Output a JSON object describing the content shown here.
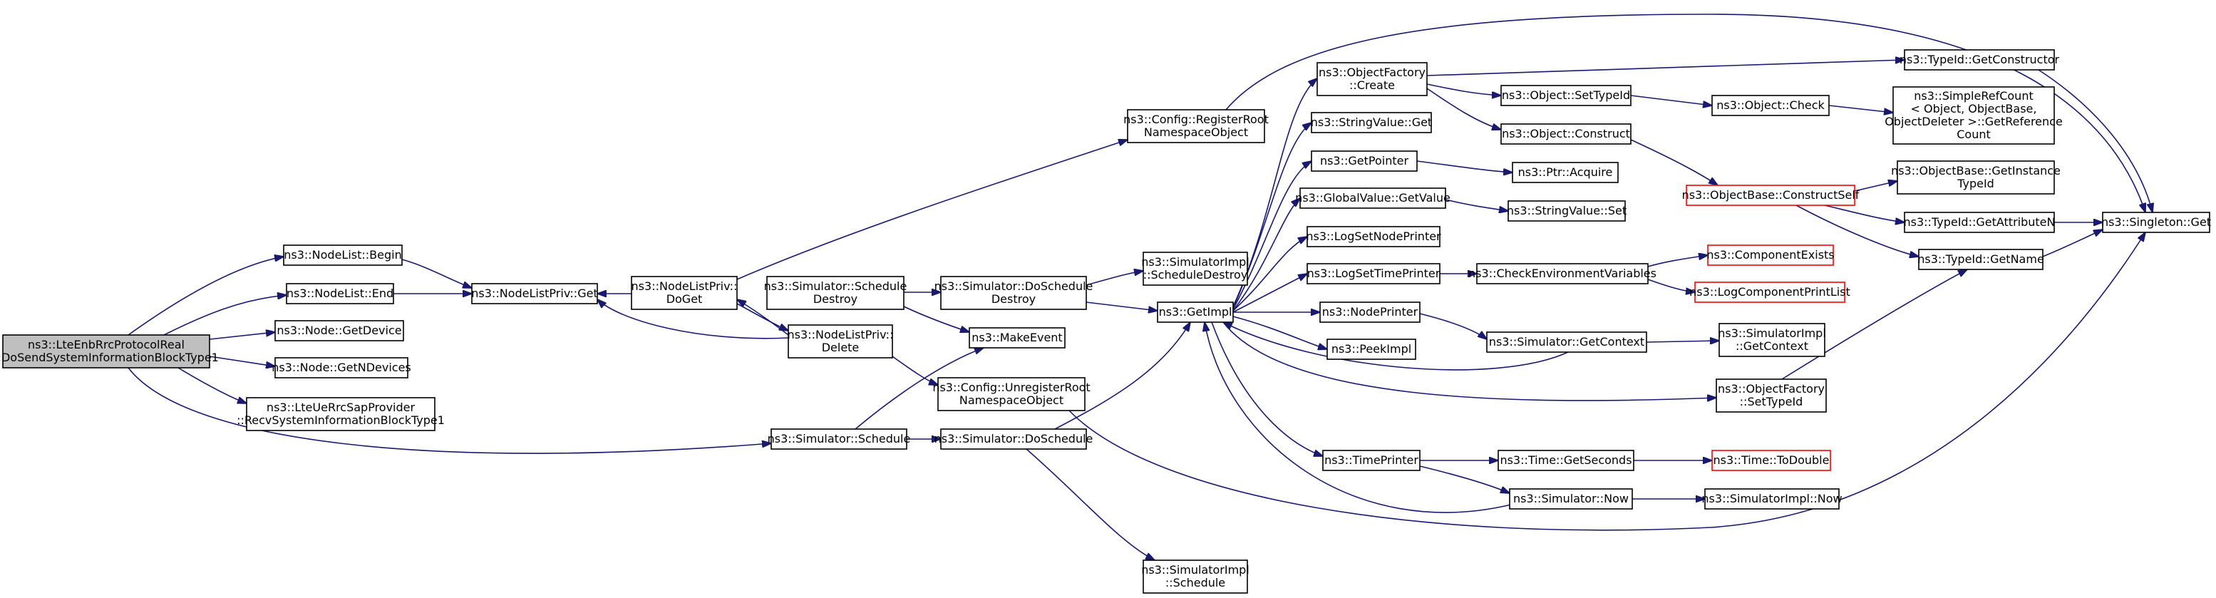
{
  "nodes": [
    {
      "id": "root",
      "lines": [
        "ns3::LteEnbRrcProtocolReal",
        "::DoSendSystemInformationBlockType1"
      ],
      "style": "root"
    },
    {
      "id": "nl_begin",
      "lines": [
        "ns3::NodeList::Begin"
      ]
    },
    {
      "id": "nl_end",
      "lines": [
        "ns3::NodeList::End"
      ]
    },
    {
      "id": "node_getdevice",
      "lines": [
        "ns3::Node::GetDevice"
      ]
    },
    {
      "id": "node_getndevices",
      "lines": [
        "ns3::Node::GetNDevices"
      ]
    },
    {
      "id": "lteue",
      "lines": [
        "ns3::LteUeRrcSapProvider",
        "::RecvSystemInformationBlockType1"
      ]
    },
    {
      "id": "nlp_get",
      "lines": [
        "ns3::NodeListPriv::Get"
      ]
    },
    {
      "id": "nlp_doget",
      "lines": [
        "ns3::NodeListPriv::",
        "DoGet"
      ]
    },
    {
      "id": "nlp_delete",
      "lines": [
        "ns3::NodeListPriv::",
        "Delete"
      ]
    },
    {
      "id": "sim_schedule",
      "lines": [
        "ns3::Simulator::Schedule"
      ]
    },
    {
      "id": "sim_schedule_destroy",
      "lines": [
        "ns3::Simulator::Schedule",
        "Destroy"
      ]
    },
    {
      "id": "sim_doschedule_destroy",
      "lines": [
        "ns3::Simulator::DoSchedule",
        "Destroy"
      ]
    },
    {
      "id": "sim_doschedule",
      "lines": [
        "ns3::Simulator::DoSchedule"
      ]
    },
    {
      "id": "make_event",
      "lines": [
        "ns3::MakeEvent"
      ]
    },
    {
      "id": "cfg_register",
      "lines": [
        "ns3::Config::RegisterRoot",
        "NamespaceObject"
      ]
    },
    {
      "id": "cfg_unregister",
      "lines": [
        "ns3::Config::UnregisterRoot",
        "NamespaceObject"
      ]
    },
    {
      "id": "simimpl_scheddestroy",
      "lines": [
        "ns3::SimulatorImpl",
        "::ScheduleDestroy"
      ]
    },
    {
      "id": "simimpl_schedule",
      "lines": [
        "ns3::SimulatorImpl",
        "::Schedule"
      ]
    },
    {
      "id": "getimpl",
      "lines": [
        "ns3::GetImpl"
      ]
    },
    {
      "id": "of_create",
      "lines": [
        "ns3::ObjectFactory",
        "::Create"
      ]
    },
    {
      "id": "stringvalue_get",
      "lines": [
        "ns3::StringValue::Get"
      ]
    },
    {
      "id": "getpointer",
      "lines": [
        "ns3::GetPointer"
      ]
    },
    {
      "id": "globalvalue_getvalue",
      "lines": [
        "ns3::GlobalValue::GetValue"
      ]
    },
    {
      "id": "logsetnodeprinter",
      "lines": [
        "ns3::LogSetNodePrinter"
      ]
    },
    {
      "id": "logsettimeprinter",
      "lines": [
        "ns3::LogSetTimePrinter"
      ]
    },
    {
      "id": "nodeprinter",
      "lines": [
        "ns3::NodePrinter"
      ]
    },
    {
      "id": "peekimpl",
      "lines": [
        "ns3::PeekImpl"
      ]
    },
    {
      "id": "timeprinter",
      "lines": [
        "ns3::TimePrinter"
      ]
    },
    {
      "id": "object_settypeid",
      "lines": [
        "ns3::Object::SetTypeId"
      ]
    },
    {
      "id": "object_construct",
      "lines": [
        "ns3::Object::Construct"
      ]
    },
    {
      "id": "ptr_acquire",
      "lines": [
        "ns3::Ptr::Acquire"
      ]
    },
    {
      "id": "stringvalue_set",
      "lines": [
        "ns3::StringValue::Set"
      ]
    },
    {
      "id": "checkenv",
      "lines": [
        "ns3::CheckEnvironmentVariables"
      ]
    },
    {
      "id": "sim_getcontext",
      "lines": [
        "ns3::Simulator::GetContext"
      ]
    },
    {
      "id": "time_getseconds",
      "lines": [
        "ns3::Time::GetSeconds"
      ]
    },
    {
      "id": "sim_now",
      "lines": [
        "ns3::Simulator::Now"
      ]
    },
    {
      "id": "object_check",
      "lines": [
        "ns3::Object::Check"
      ]
    },
    {
      "id": "objectbase_constructself",
      "lines": [
        "ns3::ObjectBase::ConstructSelf"
      ],
      "style": "red"
    },
    {
      "id": "componentexists",
      "lines": [
        "ns3::ComponentExists"
      ],
      "style": "red"
    },
    {
      "id": "logcomponentprintlist",
      "lines": [
        "ns3::LogComponentPrintList"
      ],
      "style": "red"
    },
    {
      "id": "simimpl_getcontext",
      "lines": [
        "ns3::SimulatorImpl",
        "::GetContext"
      ]
    },
    {
      "id": "of_settypeid",
      "lines": [
        "ns3::ObjectFactory",
        "::SetTypeId"
      ]
    },
    {
      "id": "time_todouble",
      "lines": [
        "ns3::Time::ToDouble"
      ],
      "style": "red"
    },
    {
      "id": "simimpl_now",
      "lines": [
        "ns3::SimulatorImpl::Now"
      ]
    },
    {
      "id": "typeid_getconstructor",
      "lines": [
        "ns3::TypeId::GetConstructor"
      ]
    },
    {
      "id": "simplerefcount",
      "lines": [
        "ns3::SimpleRefCount",
        "< Object, ObjectBase,",
        " ObjectDeleter >::GetReference",
        "Count"
      ]
    },
    {
      "id": "objectbase_getinstancetypeid",
      "lines": [
        "ns3::ObjectBase::GetInstance",
        "TypeId"
      ]
    },
    {
      "id": "typeid_getattributen",
      "lines": [
        "ns3::TypeId::GetAttributeN"
      ]
    },
    {
      "id": "typeid_getname",
      "lines": [
        "ns3::TypeId::GetName"
      ]
    },
    {
      "id": "singleton_get",
      "lines": [
        "ns3::Singleton::Get"
      ]
    }
  ]
}
